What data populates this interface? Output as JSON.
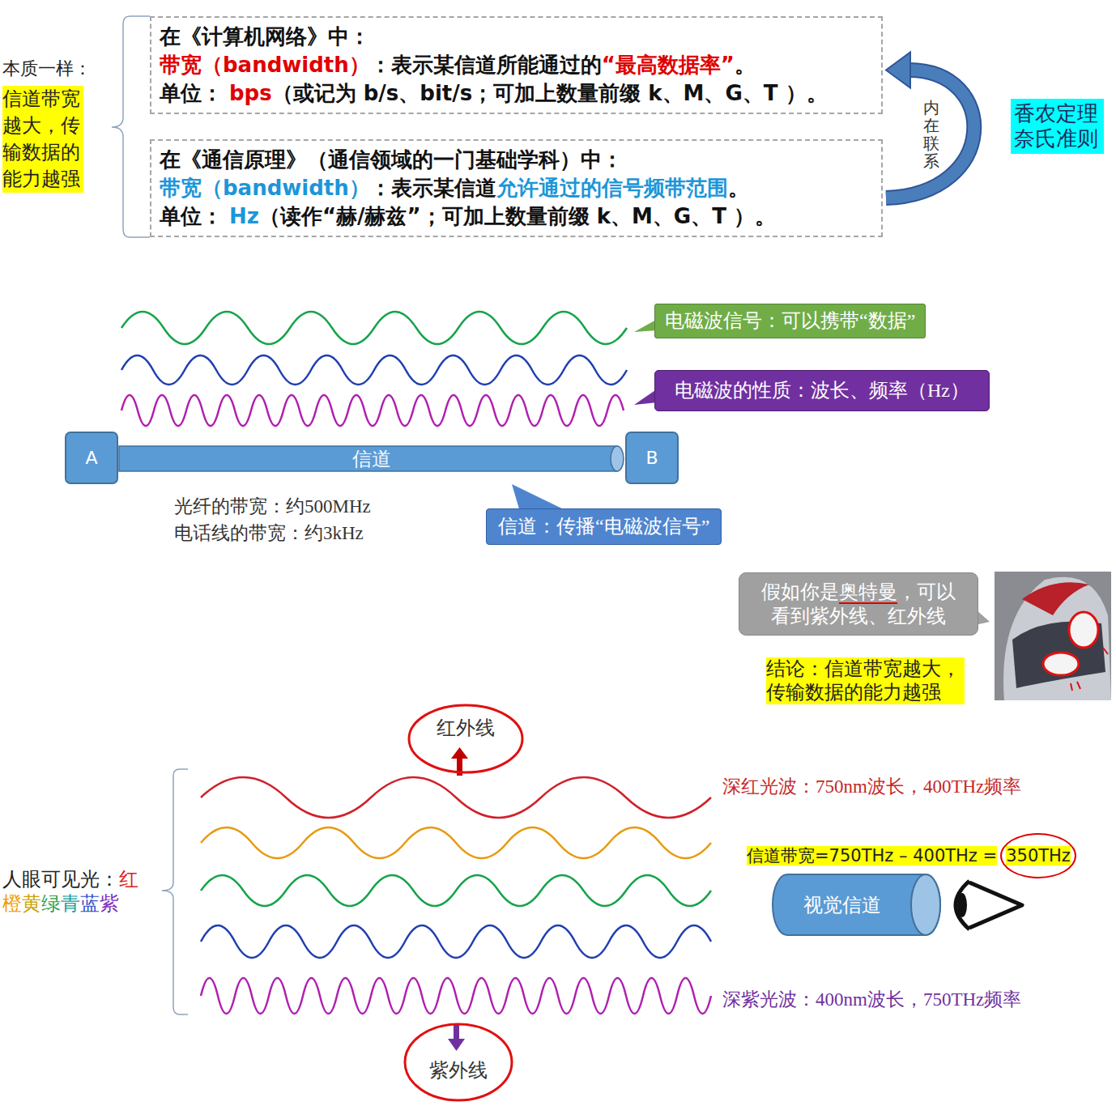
{
  "diagram": {
    "nodes": [
      {
        "text": [
          "在《计算机网络》中：",
          "带宽（bandwidth）",
          "：表示某信道所能通过的",
          "“最高数据率”",
          "。",
          "单位：",
          "bps",
          "（或记为 b/s、bit/s；可加上数量前缀 k、M、G、T ）。"
        ]
      },
      {
        "text": [
          "在《通信原理》（通信领域的一门基础学科）中：",
          "带宽（bandwidth）",
          "：表示某信道",
          "允许通过的信号频带范围",
          "。",
          "单位：",
          "Hz",
          "（读作“赫/赫兹”；可加上数量前缀 k、M、G、T ）。"
        ]
      },
      {
        "text": [
          "香农定理 奈氏准则"
        ]
      },
      {
        "text": [
          "电磁波信号：可以携带“数据”"
        ]
      },
      {
        "text": [
          "电磁波的性质：波长、频率（Hz）"
        ]
      },
      {
        "text": [
          "A"
        ]
      },
      {
        "text": [
          "信道"
        ]
      },
      {
        "text": [
          "B"
        ]
      },
      {
        "text": [
          "信道：传播“电磁波信号”"
        ]
      },
      {
        "text": [
          "假如你是",
          "奥特曼",
          "，可以看到紫外线、红外线"
        ]
      },
      {
        "text": [
          "红外线"
        ]
      },
      {
        "text": [
          "视觉信道"
        ]
      },
      {
        "text": [
          "紫外线"
        ]
      }
    ],
    "edges": [
      {
        "from": 1,
        "to": 0,
        "arrow": "to",
        "label": "内在联系"
      }
    ],
    "labels": [
      "本质一样：",
      "信道带宽越大，传输数据的能力越强",
      "光纤的带宽：约500MHz",
      "电话线的带宽：约3kHz",
      "结论：信道带宽越大，传输数据的能力越强",
      "深红光波：750nm波长，400THz频率",
      "信道带宽=750THz – 400THz =",
      "350THz",
      "深紫光波：400nm波长，750THz频率",
      "人眼可见光：",
      "红",
      "橙",
      "黄",
      "绿",
      "青",
      "蓝",
      "紫"
    ]
  }
}
